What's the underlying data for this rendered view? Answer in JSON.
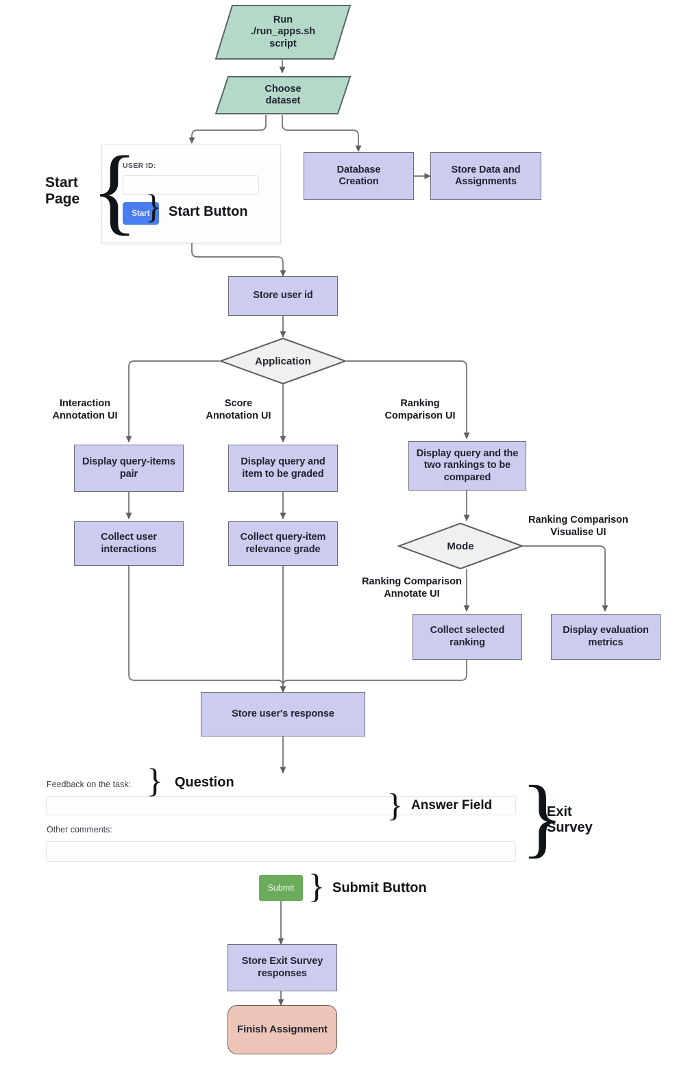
{
  "diagram": {
    "title": "Annotation tool application flow",
    "colors": {
      "input_output": "#ccddd2",
      "process": "#ccccee",
      "decision": "#f0f0f0",
      "terminator": "#eec4b8",
      "start_button": "#4a7ef0",
      "submit_button": "#6aab5c",
      "edge": "#6f6f6f",
      "text": "#1f2430"
    },
    "nodes": {
      "run_script": "Run\n./run_apps.sh\nscript",
      "choose_dataset": "Choose\ndataset",
      "database_creation": "Database\nCreation",
      "store_data_assignments": "Store Data and\nAssignments",
      "store_user_id": "Store user id",
      "application_decision": "Application",
      "display_query_items_pair": "Display query-items\npair",
      "collect_user_interactions": "Collect user\ninteractions",
      "display_query_item_graded": "Display query and\nitem to be graded",
      "collect_relevance_grade": "Collect query-item\nrelevance grade",
      "display_two_rankings": "Display query and the\ntwo rankings to be\ncompared",
      "mode_decision": "Mode",
      "collect_selected_ranking": "Collect selected\nranking",
      "display_evaluation_metrics": "Display evaluation\nmetrics",
      "store_user_response": "Store user's response",
      "store_exit_survey": "Store Exit Survey\nresponses",
      "finish_assignment": "Finish Assignment"
    },
    "edge_labels": {
      "interaction_annotation_ui": "Interaction\nAnnotation UI",
      "score_annotation_ui": "Score\nAnnotation UI",
      "ranking_comparison_ui": "Ranking\nComparison UI",
      "ranking_comparison_visualise_ui": "Ranking Comparison\nVisualise UI",
      "ranking_comparison_annotate_ui": "Ranking Comparison\nAnnotate UI"
    },
    "start_page": {
      "user_id_label": "USER ID:",
      "user_id_value": "",
      "user_id_placeholder": "",
      "start_button_label": "Start"
    },
    "exit_survey": {
      "question_label": "Feedback on the task:",
      "answer_value": "",
      "comments_label": "Other comments:",
      "comments_value": "",
      "submit_button_label": "Submit"
    },
    "annotations": {
      "start_page": "Start\nPage",
      "start_button": "Start Button",
      "question": "Question",
      "answer_field": "Answer Field",
      "exit_survey": "Exit\nSurvey",
      "submit_button": "Submit Button"
    }
  }
}
